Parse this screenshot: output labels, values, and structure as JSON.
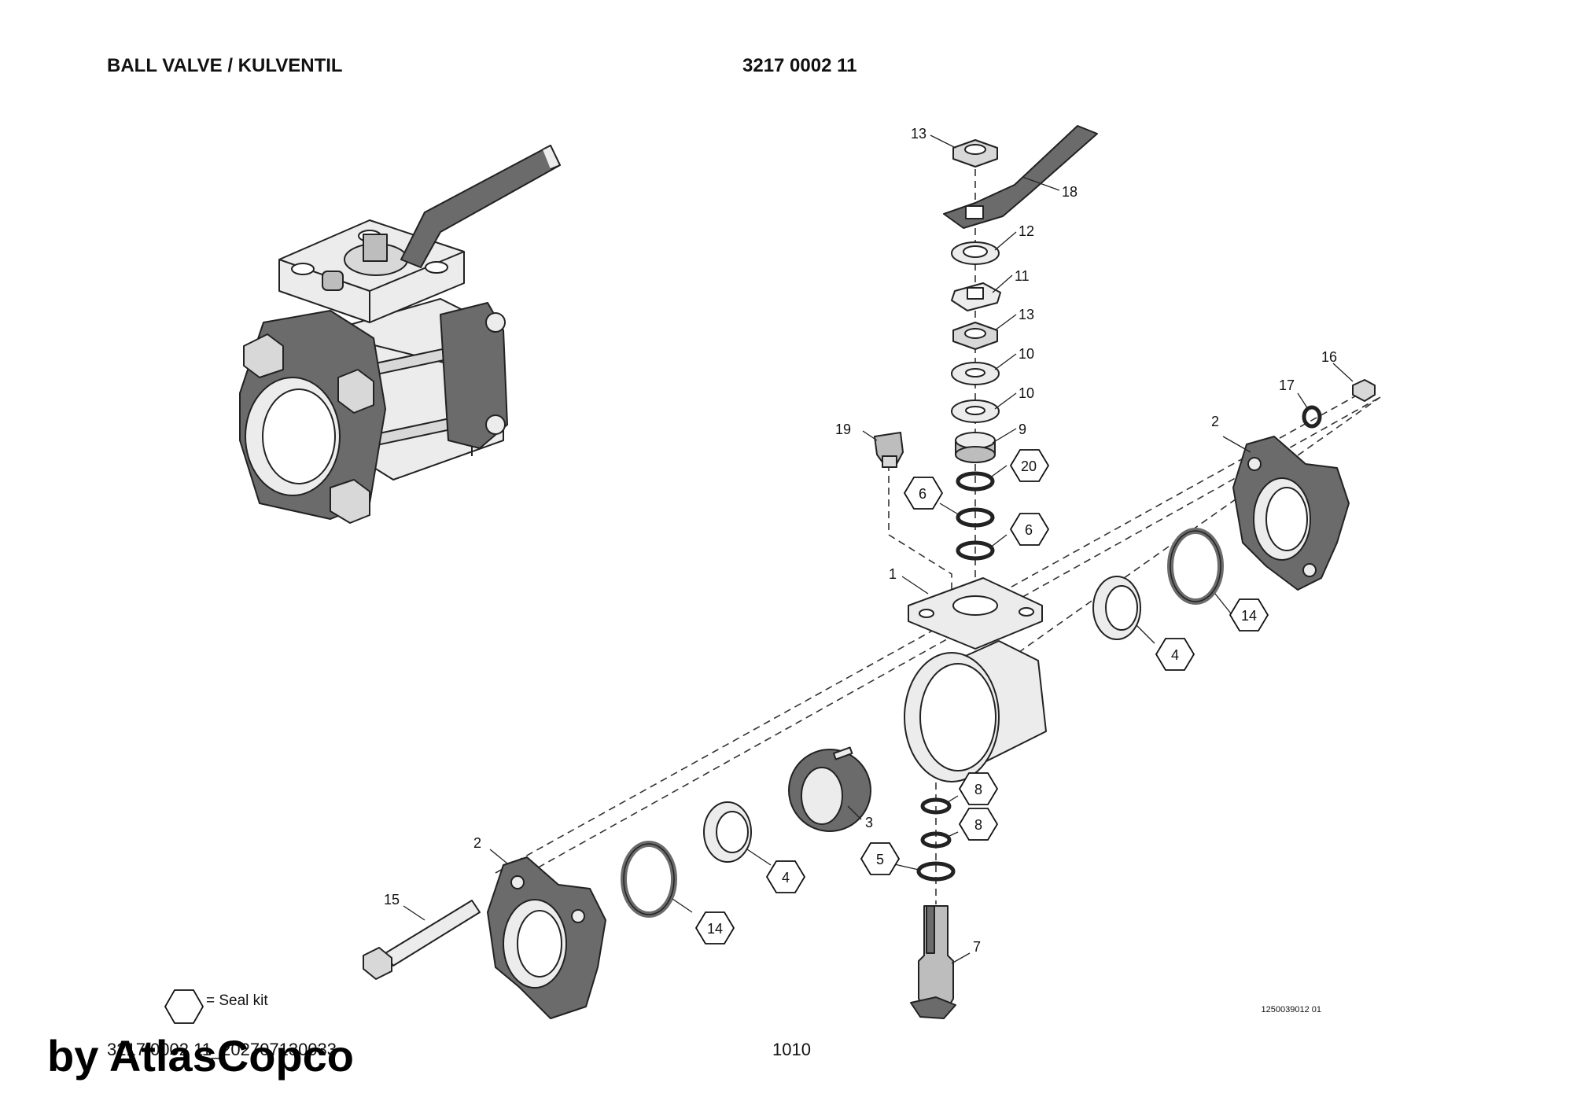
{
  "header": {
    "title": "BALL VALVE / KULVENTIL",
    "part_number": "3217 0002 11"
  },
  "callouts": {
    "c1": "1",
    "c2a": "2",
    "c2b": "2",
    "c3": "3",
    "c4a": "4",
    "c4b": "4",
    "c5": "5",
    "c6a": "6",
    "c6b": "6",
    "c7": "7",
    "c8a": "8",
    "c8b": "8",
    "c9": "9",
    "c10a": "10",
    "c10b": "10",
    "c11": "11",
    "c12": "12",
    "c13a": "13",
    "c13b": "13",
    "c14a": "14",
    "c14b": "14",
    "c15": "15",
    "c16": "16",
    "c17": "17",
    "c18": "18",
    "c19": "19",
    "c20": "20"
  },
  "legend": {
    "seal_kit_text": "= Seal kit"
  },
  "footer": {
    "doc_id": "3217 0002 11_202707130033",
    "page_number": "1010",
    "drawing_number": "1250039012 01",
    "watermark": "by AtlasCopco"
  },
  "colors": {
    "line": "#222222",
    "dark_fill": "#6b6b6b",
    "mid_fill": "#bdbdbd",
    "light_fill": "#ececec"
  }
}
